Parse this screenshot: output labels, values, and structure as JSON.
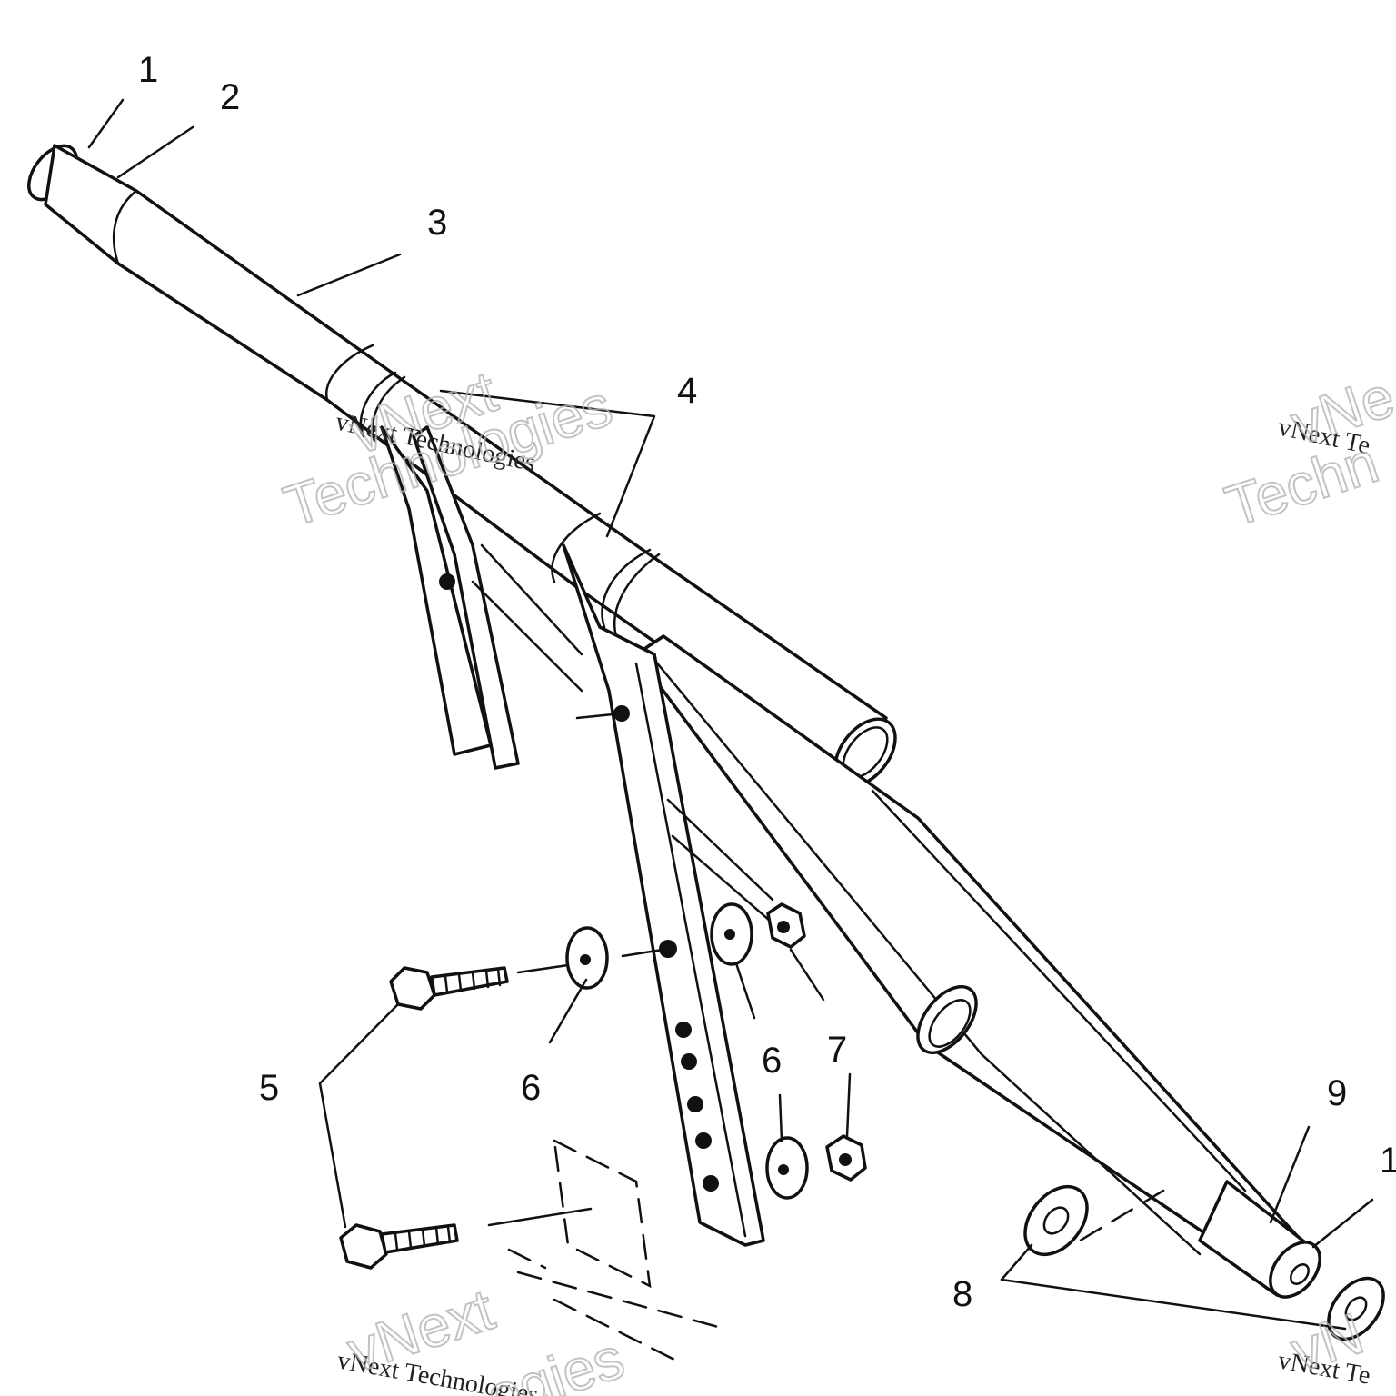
{
  "diagram": {
    "callouts": [
      {
        "id": "1",
        "label": "1"
      },
      {
        "id": "2",
        "label": "2"
      },
      {
        "id": "3",
        "label": "3"
      },
      {
        "id": "4",
        "label": "4"
      },
      {
        "id": "5",
        "label": "5"
      },
      {
        "id": "6a",
        "label": "6"
      },
      {
        "id": "6b",
        "label": "6"
      },
      {
        "id": "7",
        "label": "7"
      },
      {
        "id": "8",
        "label": "8"
      },
      {
        "id": "9",
        "label": "9"
      },
      {
        "id": "10",
        "label": "1"
      }
    ]
  },
  "watermark": {
    "small_text": "vNext Technologies",
    "small_text_partial": "vNext Te",
    "big_line1": "vNext",
    "big_line2": "Technologies",
    "big_line1_partial": "vNe",
    "big_line2_partial": "Techn",
    "bottom_small": "vNext Technologies",
    "bottom_big_partial": "vNext",
    "bottom_big_partial2": "ogies",
    "bottom_right_small": "vNext Te",
    "bottom_right_big": "vN"
  }
}
